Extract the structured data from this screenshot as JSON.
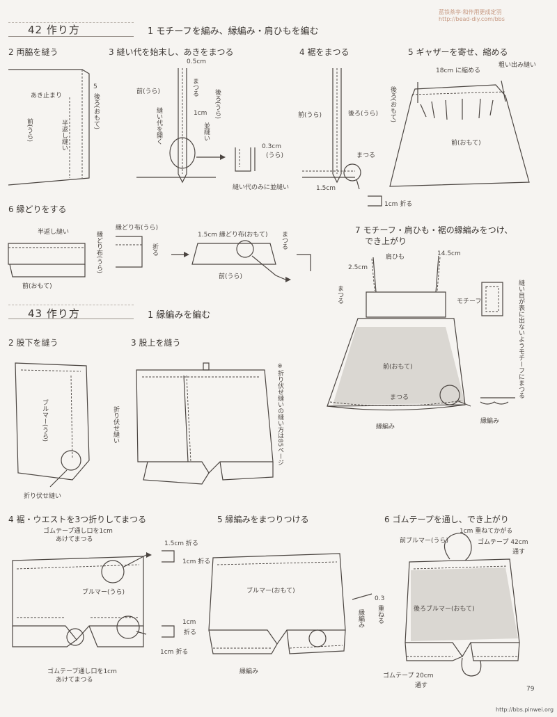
{
  "header": {
    "logo_line1": "蓝铁茶亭·和作用更成定羽",
    "logo_line2": "http://bead-diy.com/bbs"
  },
  "sec42": {
    "title": "42 作り方",
    "step1": "1 モチーフを編み、縁編み・肩ひもを編む",
    "s2": {
      "title": "2 両脇を縫う",
      "akidomari": "あき止まり",
      "num5": "5",
      "back": "後ろ(おもて)",
      "front": "前(うら)",
      "halfback": "半返し縫い"
    },
    "s3": {
      "title": "3 縫い代を始末し、あきをまつる",
      "cm05": "0.5cm",
      "front": "前(うら)",
      "matsuru": "まつる",
      "back": "後ろ(うら)",
      "cm1": "1cm",
      "seam_open": "縫い代を開く",
      "namigushi": "並縫い",
      "cm03": "0.3cm",
      "ura": "(うら)",
      "seam_only": "縫い代のみに並縫い"
    },
    "s4": {
      "title": "4 裾をまつる",
      "front": "前(うら)",
      "back": "後ろ(うら)",
      "matsuru": "まつる",
      "cm15": "1.5cm",
      "cm1fold": "1cm 折る"
    },
    "s5": {
      "title": "5 ギャザーを寄せ、縮める",
      "shrink": "18cm に縮める",
      "rough": "粗い出み縫い",
      "back": "後ろ(おもて)",
      "front": "前(おもて)"
    },
    "s6": {
      "title": "6 縁どりをする",
      "halfback": "半返し縫い",
      "bias_ura": "縁どり布(うら)",
      "bias_ura2": "縁どり布(うら)",
      "fold": "折る",
      "bias_omote": "1.5cm 縁どり布(おもて)",
      "matsuru": "まつる",
      "front_omote": "前(おもて)",
      "front_ura": "前(うら)"
    },
    "s7": {
      "title1": "7 モチーフ・肩ひも・裾の縁編みをつけ、",
      "title2": "でき上がり",
      "strap": "肩ひも",
      "cm145": "14.5cm",
      "cm25": "2.5cm",
      "matsuru": "まつる",
      "motif": "モチーフ",
      "note": "縫い目が表に出ないようモチーフにまつる",
      "front": "前(おもて)",
      "matsuru2": "まつる",
      "edging": "縁編み",
      "edging2": "縁編み"
    }
  },
  "sec43": {
    "title": "43 作り方",
    "step1": "1 縁編みを編む",
    "s2": {
      "title": "2 股下を縫う",
      "bloomer": "ブルマー(うら)",
      "fold": "折り伏せ縫い"
    },
    "s3": {
      "title": "3 股上を縫う",
      "fold": "折り伏せ縫い",
      "note": "※折り伏せ縫いの縫い方は85ページ"
    },
    "s4": {
      "title": "4 裾・ウエストを3つ折りしてまつる",
      "elastic_top1": "ゴムテープ通し口を1cm",
      "elastic_top2": "あけてまつる",
      "cm15fold": "1.5cm 折る",
      "cm1fold": "1cm 折る",
      "bloomer": "ブルマー(うら)",
      "cm1": "1cm",
      "fold": "折る",
      "cm1fold2": "1cm 折る",
      "elastic_bot1": "ゴムテープ通し口を1cm",
      "elastic_bot2": "あけてまつる"
    },
    "s5": {
      "title": "5 縁編みをまつりつける",
      "bloomer": "ブルマー(おもて)",
      "cm03": "0.3",
      "overlap": "重ねる",
      "edging_v": "縁編み",
      "edging": "縁編み"
    },
    "s6": {
      "title": "6 ゴムテープを通し、でき上がり",
      "overlap": "1cm 重ねてかがる",
      "front": "前ブルマー(うら)",
      "elastic42": "ゴムテープ 42cm",
      "pass": "通す",
      "back": "後ろブルマー(おもて)",
      "elastic20": "ゴムテープ 20cm",
      "pass2": "通す"
    }
  },
  "footer": {
    "page": "79",
    "url": "http://bbs.pinwei.org"
  }
}
